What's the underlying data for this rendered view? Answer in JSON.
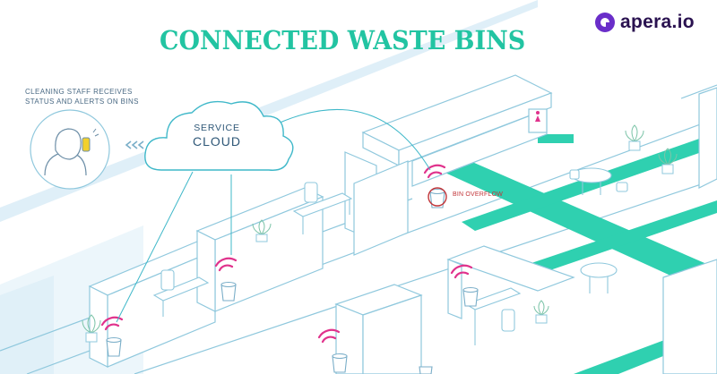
{
  "title": "CONNECTED WASTE BINS",
  "brand": {
    "name": "apera.io",
    "color": "#6a2ec9"
  },
  "staff": {
    "line1": "CLEANING STAFF RECEIVES",
    "line2": "STATUS AND ALERTS ON BINS"
  },
  "cloud": {
    "line1": "SERVICE",
    "line2": "CLOUD"
  },
  "alert": {
    "label": "BIN OVERFLOW"
  },
  "colors": {
    "accent": "#22c4a2",
    "outline": "#8fc8dd",
    "signal": "#e0328c",
    "alert": "#c23438",
    "text": "#2f5878"
  },
  "icons": [
    "person-with-phone-icon",
    "wifi-signal-icon",
    "chevrons-left-icon",
    "plant-icon",
    "table-icon",
    "chair-icon",
    "bin-icon"
  ]
}
